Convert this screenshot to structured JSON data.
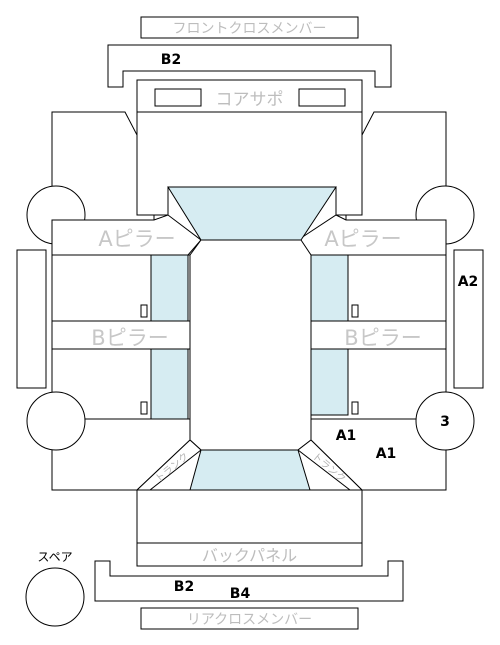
{
  "parts": {
    "front_cross_member": "フロントクロスメンバー",
    "core_support": "コアサポ",
    "a_pillar_left": "Aピラー",
    "a_pillar_right": "Aピラー",
    "b_pillar_left": "Bピラー",
    "b_pillar_right": "Bピラー",
    "trunk_left": "トランク",
    "trunk_right": "トランク",
    "back_panel": "バックパネル",
    "rear_cross_member": "リアクロスメンバー",
    "spare": "スペア"
  },
  "grades": {
    "front_member": "B2",
    "right_side": "A2",
    "rear_right_tire": "3",
    "rear_right_door_1": "A1",
    "rear_right_door_2": "A1",
    "rear_member_1": "B2",
    "rear_member_2": "B4"
  }
}
